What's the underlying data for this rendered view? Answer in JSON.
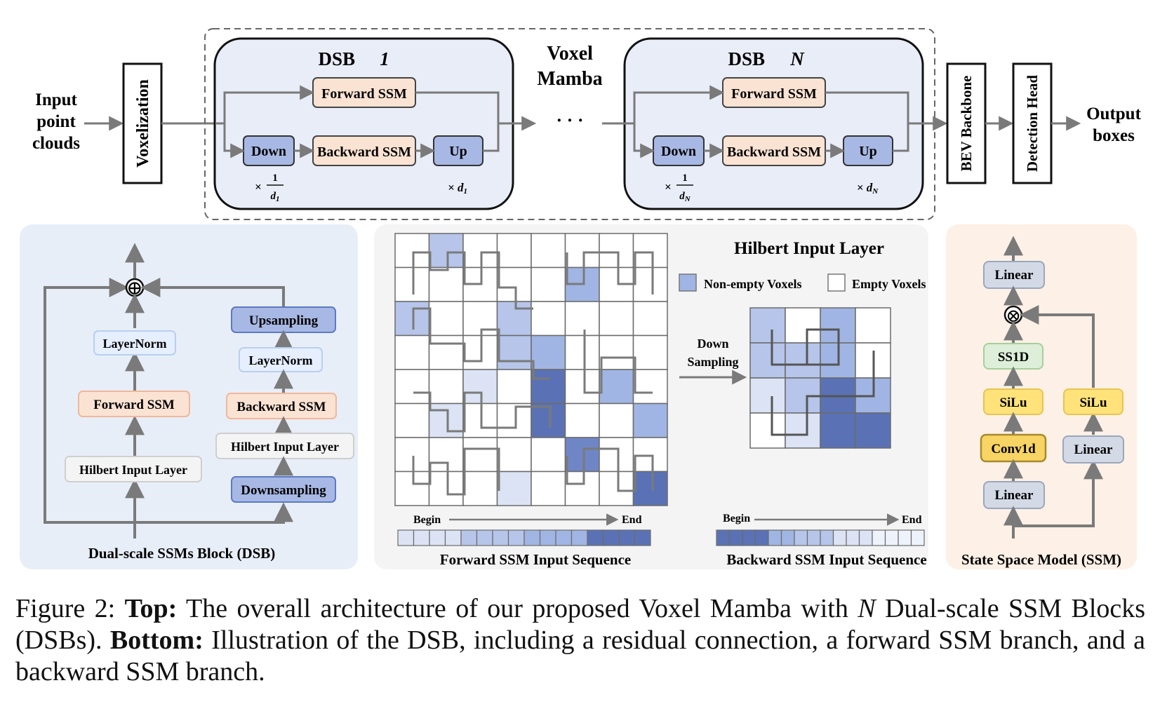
{
  "top": {
    "input": [
      "Input",
      "point",
      "clouds"
    ],
    "voxelization": "Voxelization",
    "voxel_mamba": [
      "Voxel",
      "Mamba"
    ],
    "ellipsis": "· · ·",
    "dsb1": {
      "title": "DSB",
      "index": "1",
      "forward": "Forward SSM",
      "backward": "Backward SSM",
      "down": "Down",
      "up": "Up",
      "down_scale": "1/d1",
      "up_scale": "× d1"
    },
    "dsbN": {
      "title": "DSB",
      "index": "N",
      "forward": "Forward SSM",
      "backward": "Backward SSM",
      "down": "Down",
      "up": "Up",
      "down_scale": "1/dN",
      "up_scale": "× dN"
    },
    "bev_backbone": "BEV Backbone",
    "detection_head": "Detection Head",
    "output": [
      "Output",
      "boxes"
    ]
  },
  "dsb_panel": {
    "caption": "Dual-scale SSMs Block (DSB)",
    "left_branch": [
      "LayerNorm",
      "Forward SSM",
      "Hilbert Input Layer"
    ],
    "right_branch": [
      "Upsampling",
      "LayerNorm",
      "Backward SSM",
      "Hilbert Input Layer",
      "Downsampling"
    ],
    "sum_symbol": "⊕"
  },
  "hilbert_panel": {
    "title": "Hilbert Input Layer",
    "legend": {
      "non_empty": "Non-empty Voxels",
      "empty": "Empty Voxels"
    },
    "down_sampling": [
      "Down",
      "Sampling"
    ],
    "begin": "Begin",
    "end": "End",
    "forward_caption": "Forward SSM Input Sequence",
    "backward_caption": "Backward SSM Input Sequence",
    "big_grid_cells": [
      [
        0,
        2,
        0,
        0,
        0,
        0,
        0,
        0
      ],
      [
        0,
        0,
        0,
        0,
        0,
        3,
        0,
        0
      ],
      [
        2,
        0,
        0,
        2,
        0,
        0,
        0,
        0
      ],
      [
        0,
        0,
        0,
        2,
        3,
        0,
        0,
        0
      ],
      [
        0,
        0,
        1,
        0,
        5,
        0,
        3,
        0
      ],
      [
        0,
        1,
        0,
        0,
        5,
        0,
        0,
        3
      ],
      [
        0,
        0,
        0,
        0,
        0,
        4,
        0,
        0
      ],
      [
        0,
        0,
        0,
        1,
        0,
        0,
        0,
        5
      ]
    ],
    "small_grid_cells": [
      [
        2,
        0,
        3,
        0
      ],
      [
        2,
        2,
        3,
        0
      ],
      [
        1,
        2,
        5,
        3
      ],
      [
        0,
        1,
        5,
        5
      ]
    ],
    "forward_sequence": [
      1,
      1,
      1,
      1,
      2,
      2,
      2,
      2,
      3,
      3,
      3,
      3,
      5,
      5,
      5,
      5
    ],
    "backward_sequence": [
      5,
      5,
      5,
      5,
      3,
      3,
      2,
      2,
      2,
      1,
      1,
      1,
      0,
      0,
      0,
      0
    ]
  },
  "ssm_panel": {
    "caption": "State Space Model (SSM)",
    "left_branch": [
      "Linear",
      "SS1D",
      "SiLu",
      "Conv1d",
      "Linear"
    ],
    "right_branch": [
      "SiLu",
      "Linear"
    ],
    "mult_symbol": "⊗"
  },
  "caption": {
    "label": "Figure 2:",
    "top_bold": "Top:",
    "top_text": "The overall architecture of our proposed Voxel Mamba with",
    "n_symbol": "N",
    "top_text2": "Dual-scale SSM Blocks (DSBs).",
    "bottom_bold": "Bottom:",
    "bottom_text": "Illustration of the DSB, including a residual connection, a forward SSM branch, and a backward SSM branch."
  },
  "colors": {
    "salmon_fill": "#fbe3d3",
    "salmon_stroke": "#e8a98a",
    "blue_fill": "#a8b8e4",
    "blue_stroke": "#4f6fc0",
    "dsb_bg": "#e8edf8",
    "panel_blue_bg": "#e8eef8",
    "panel_gray_bg": "#f4f4f4",
    "panel_orange_bg": "#fdf0e6",
    "yellow_fill": "#ffe27a",
    "green_fill": "#ddefd8",
    "gray_fill": "#d3dae6",
    "voxel_levels": [
      "#ffffff",
      "#dbe3f4",
      "#b6c5e9",
      "#a0b5e3",
      "#6f86c6",
      "#5a72b5"
    ]
  }
}
